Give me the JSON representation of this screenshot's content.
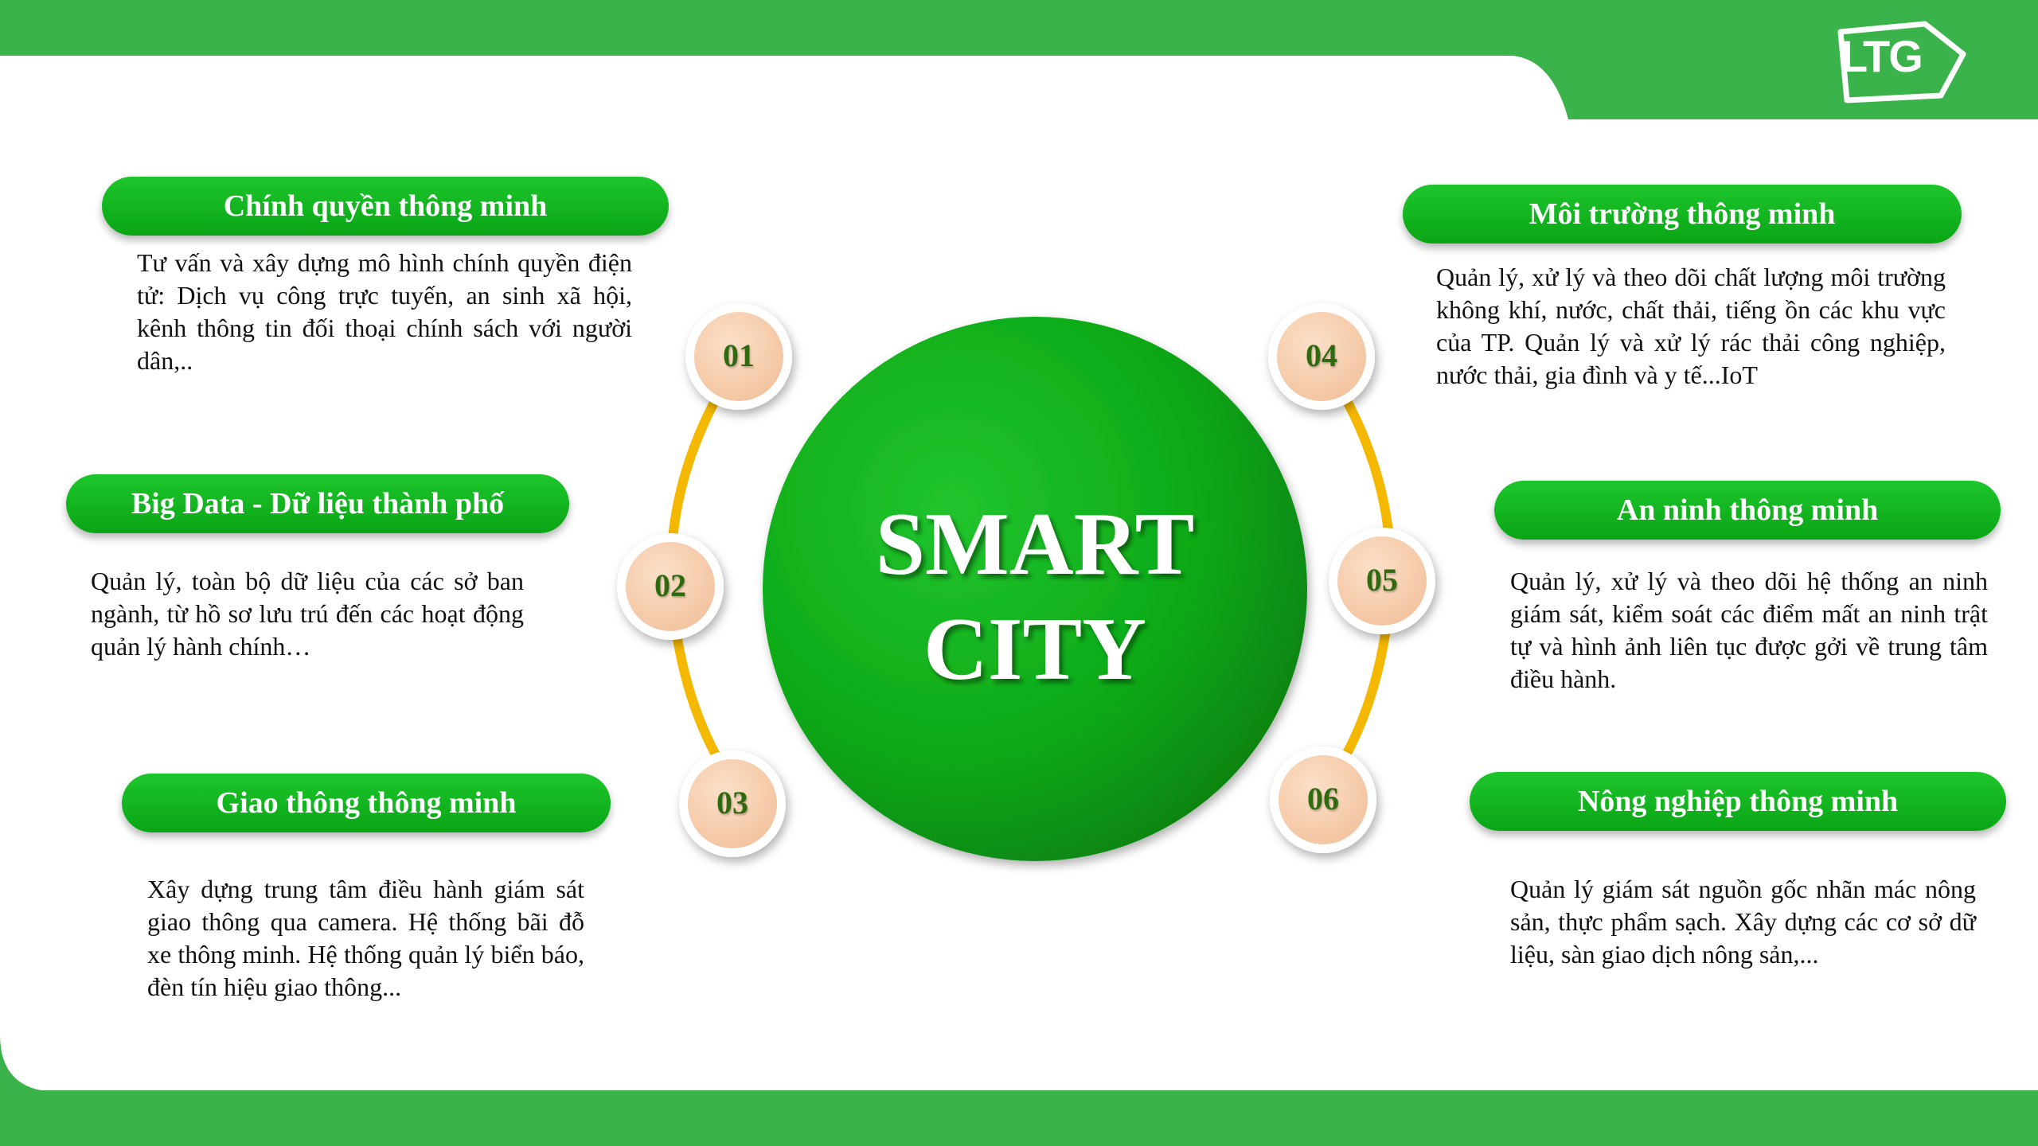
{
  "brand": {
    "logo_text": "LTG"
  },
  "center": {
    "line1": "SMART",
    "line2": "CITY"
  },
  "items": [
    {
      "number": "01",
      "title": "Chính quyền thông minh",
      "description": "Tư vấn và xây dựng mô hình chính quyền điện tử: Dịch vụ công trực tuyến, an sinh xã hội, kênh thông tin đối thoại chính sách với người dân,.."
    },
    {
      "number": "02",
      "title": "Big Data - Dữ liệu thành phố",
      "description": "Quản lý, toàn bộ dữ liệu của các sở ban ngành, từ hồ sơ lưu trú đến các hoạt động quản lý hành chính…"
    },
    {
      "number": "03",
      "title": "Giao thông thông minh",
      "description": "Xây dựng trung tâm điều hành giám sát giao thông qua camera. Hệ thống bãi đỗ xe thông minh. Hệ thống quản lý biển báo, đèn tín hiệu giao thông..."
    },
    {
      "number": "04",
      "title": "Môi trường thông minh",
      "description": "Quản lý, xử lý và theo dõi chất lượng môi trường không khí, nước, chất thải, tiếng ồn các khu vực của TP. Quản lý và xử lý rác thải công nghiệp, nước thải, gia đình và y tế...IoT"
    },
    {
      "number": "05",
      "title": "An ninh thông minh",
      "description": "Quản lý, xử lý và theo dõi hệ thống an ninh giám sát, kiểm soát các điểm mất an ninh trật tự và hình ảnh liên tục được gởi về trung tâm điều hành."
    },
    {
      "number": "06",
      "title": "Nông nghiệp thông minh",
      "description": "Quản lý giám sát nguồn gốc nhãn mác nông sản, thực phẩm sạch. Xây dựng các cơ sở dữ liệu, sàn giao dịch nông sản,..."
    }
  ],
  "colors": {
    "brand_green": "#3ab34a",
    "pill_green": "#12b41f",
    "center_green": "#0aa515",
    "arc_yellow": "#f5b800",
    "badge_fill": "#f7cfb0",
    "number_text": "#2f6a10"
  }
}
